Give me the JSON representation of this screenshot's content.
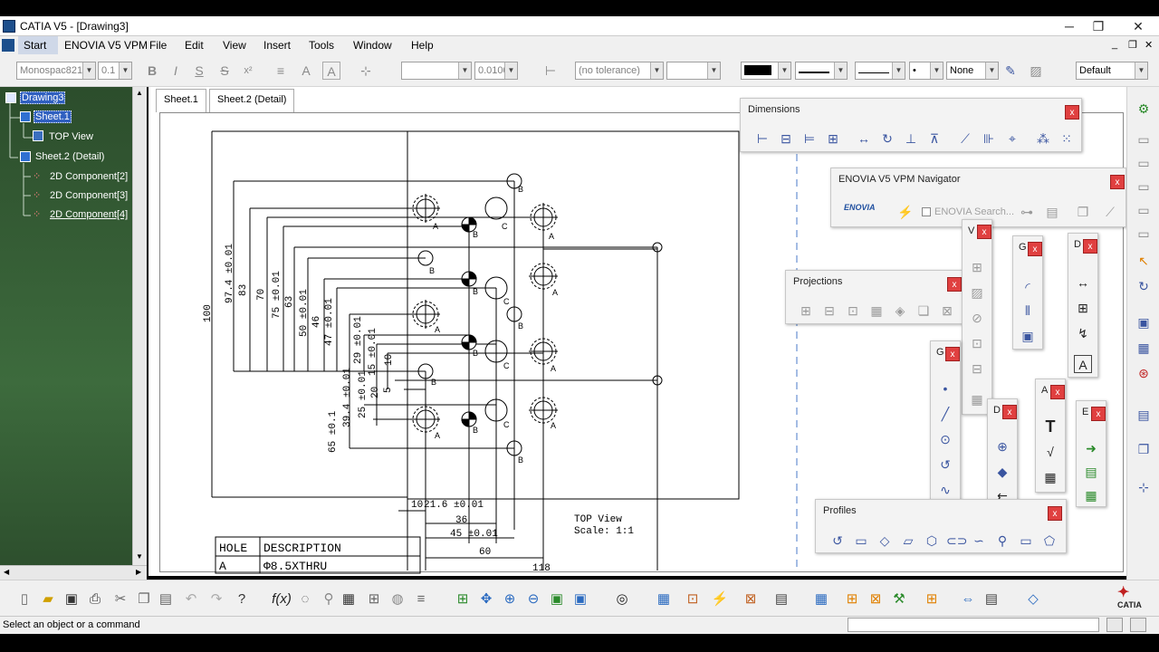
{
  "window": {
    "title": "CATIA V5 - [Drawing3]",
    "minimize": "─",
    "restore": "❐",
    "close": "✕",
    "doc_minimize": "_",
    "doc_restore": "❐",
    "doc_close": "✕"
  },
  "menu": {
    "items": [
      "Start",
      "ENOVIA V5 VPM",
      "File",
      "Edit",
      "View",
      "Insert",
      "Tools",
      "Window",
      "Help"
    ]
  },
  "format_toolbar": {
    "font": "Monospac821",
    "font_size": "0.1",
    "bold": "B",
    "italic": "I",
    "underline": "S",
    "strike": "S",
    "superscript": "x²",
    "precision": "0.0100",
    "tolerance": "(no tolerance)",
    "pattern_none": "None",
    "layer": "Default"
  },
  "tree": {
    "nodes": [
      {
        "label": "Drawing3",
        "selected": true
      },
      {
        "label": "Sheet.1",
        "selected": true
      },
      {
        "label": "TOP View",
        "selected": false
      },
      {
        "label": "Sheet.2 (Detail)",
        "selected": false
      },
      {
        "label": "2D Component[2]",
        "selected": false
      },
      {
        "label": "2D Component[3]",
        "selected": false
      },
      {
        "label": "2D Component[4]",
        "selected": false
      }
    ]
  },
  "tabs": [
    "Sheet.1",
    "Sheet.2 (Detail)"
  ],
  "drawing": {
    "dims_vertical": [
      "100",
      "97.4 ±0.01",
      "83",
      "70",
      "75 ±0.01",
      "63",
      "50 ±0.01",
      "46",
      "47 ±0.01",
      "29 ±0.01",
      "15 ±0.01",
      "10",
      "20",
      "5",
      "25 ±0.01",
      "39.4 ±0.01",
      "65 ±0.1"
    ],
    "dims_horizontal": [
      "10",
      "21.6 ±0.01",
      "36",
      "45 ±0.01",
      "60",
      "118"
    ],
    "hole_labels": [
      "A",
      "B",
      "C"
    ],
    "view_caption": "TOP View",
    "view_scale": "Scale:  1:1",
    "table_headers": [
      "HOLE",
      "DESCRIPTION"
    ],
    "table_rows": [
      [
        "A",
        "Φ8.5XTHRU"
      ]
    ]
  },
  "panels": {
    "dimensions": "Dimensions",
    "enovia_navigator": "ENOVIA V5 VPM Navigator",
    "enovia_logo": "ENOVIA",
    "enovia_search": "ENOVIA Search...",
    "projections": "Projections",
    "profiles": "Profiles",
    "small_v": "V",
    "small_g1": "G",
    "small_d1": "D",
    "small_g2": "G",
    "small_d2": "D",
    "small_a": "A",
    "small_e": "E",
    "close": "x"
  },
  "status": {
    "message": "Select an object or a command"
  },
  "brand": {
    "catia": "CATIA"
  },
  "colors": {
    "tree_bg": "#2f5c2f",
    "selection": "#3060c0",
    "close_button": "#e04040"
  }
}
